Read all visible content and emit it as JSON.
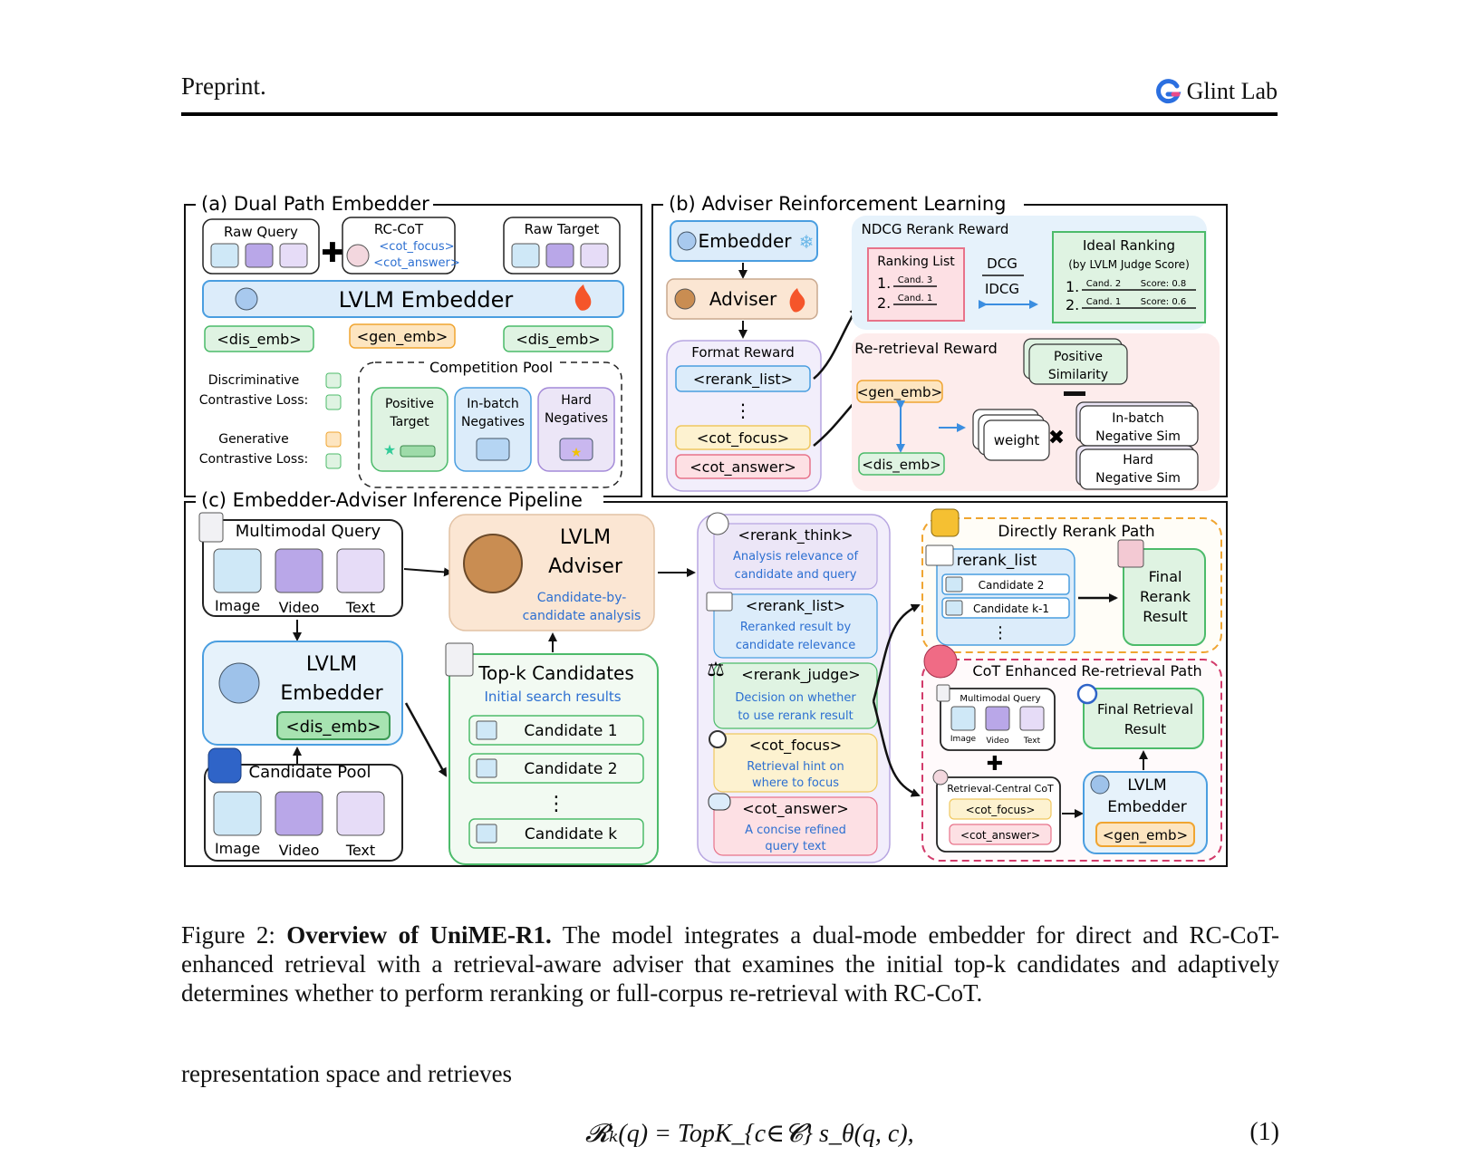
{
  "header": {
    "left": "Preprint.",
    "right": "Glint Lab",
    "logo_icon": "glint-logo-icon"
  },
  "figure": {
    "panel_a": {
      "title": "(a) Dual Path Embedder",
      "raw_query": "Raw Query",
      "rc_cot": "RC-CoT",
      "cot_focus": "<cot_focus>",
      "cot_answer": "<cot_answer>",
      "raw_target": "Raw Target",
      "lvlm_embedder": "LVLM Embedder",
      "dis_emb": "<dis_emb>",
      "gen_emb": "<gen_emb>",
      "disc_loss_1": "Discriminative",
      "disc_loss_2": "Contrastive Loss:",
      "gen_loss_1": "Generative",
      "gen_loss_2": "Contrastive Loss:",
      "competition_pool": "Competition Pool",
      "positive_1": "Positive",
      "positive_2": "Target",
      "inbatch_1": "In-batch",
      "inbatch_2": "Negatives",
      "hard_1": "Hard",
      "hard_2": "Negatives"
    },
    "panel_b": {
      "title": "(b) Adviser Reinforcement Learning",
      "embedder": "Embedder",
      "adviser": "Adviser",
      "format_reward": "Format Reward",
      "rerank_list": "<rerank_list>",
      "dots": "⋮",
      "cot_focus": "<cot_focus>",
      "cot_answer": "<cot_answer>",
      "ndcg_title": "NDCG Rerank Reward",
      "ranking_list": "Ranking List",
      "rank1_num": "1.",
      "rank1_cand": "Cand. 3",
      "rank2_num": "2.",
      "rank2_cand": "Cand. 1",
      "dcg": "DCG",
      "idcg": "IDCG",
      "ideal_ranking": "Ideal Ranking",
      "ideal_sub": "(by LVLM Judge Score)",
      "ideal1_num": "1.",
      "ideal1_cand": "Cand. 2",
      "ideal1_score": "Score: 0.8",
      "ideal2_num": "2.",
      "ideal2_cand": "Cand. 1",
      "ideal2_score": "Score: 0.6",
      "reretrieval_reward": "Re-retrieval Reward",
      "gen_emb": "<gen_emb>",
      "dis_emb": "<dis_emb>",
      "weight": "weight",
      "pos_sim_1": "Positive",
      "pos_sim_2": "Similarity",
      "inbatch_sim_1": "In-batch",
      "inbatch_sim_2": "Negative Sim",
      "hard_sim_1": "Hard",
      "hard_sim_2": "Negative Sim"
    },
    "panel_c": {
      "title": "(c) Embedder-Adviser Inference Pipeline",
      "multimodal_query": "Multimodal Query",
      "image": "Image",
      "video": "Video",
      "text": "Text",
      "lvlm": "LVLM",
      "embedder": "Embedder",
      "dis_emb": "<dis_emb>",
      "candidate_pool": "Candidate Pool",
      "adviser_1": "LVLM",
      "adviser_2": "Adviser",
      "adviser_sub_1": "Candidate-by-",
      "adviser_sub_2": "candidate analysis",
      "topk_title": "Top-k Candidates",
      "topk_sub": "Initial search results",
      "cand1": "Candidate 1",
      "cand2": "Candidate 2",
      "candk": "Candidate k",
      "dots": "⋮",
      "think_tag": "<rerank_think>",
      "think_1": "Analysis relevance of",
      "think_2": "candidate and query",
      "list_tag": "<rerank_list>",
      "list_1": "Reranked result by",
      "list_2": "candidate relevance",
      "judge_tag": "<rerank_judge>",
      "judge_1": "Decision on whether",
      "judge_2": "to use rerank result",
      "focus_tag": "<cot_focus>",
      "focus_1": "Retrieval hint on",
      "focus_2": "where to focus",
      "answer_tag": "<cot_answer>",
      "answer_1": "A concise refined",
      "answer_2": "query text",
      "direct_path": "Directly Rerank Path",
      "rerank_list": "rerank_list",
      "rl_cand2": "Candidate 2",
      "rl_candk1": "Candidate k-1",
      "final_rerank_1": "Final",
      "final_rerank_2": "Rerank",
      "final_rerank_3": "Result",
      "cot_path": "CoT Enhanced Re-retrieval Path",
      "mq_small": "Multimodal Query",
      "img_small": "Image",
      "vid_small": "Video",
      "txt_small": "Text",
      "rc_cot": "Retrieval-Central CoT",
      "cot_focus": "<cot_focus>",
      "cot_answer": "<cot_answer>",
      "final_ret_1": "Final Retrieval",
      "final_ret_2": "Result",
      "emb2_1": "LVLM",
      "emb2_2": "Embedder",
      "gen_emb": "<gen_emb>"
    }
  },
  "caption": {
    "label": "Figure 2:",
    "bold": "Overview of UniME-R1.",
    "text": "The model integrates a dual-mode embedder for direct and RC-CoT-enhanced retrieval with a retrieval-aware adviser that examines the initial top-k candidates and adaptively determines whether to perform reranking or full-corpus re-retrieval with RC-CoT."
  },
  "body_line": "representation space and retrieves",
  "equation": "𝓡ₖ(q) = TopK_{c∈𝓒} s_θ(q, c),",
  "equation_number": "(1)",
  "colors": {
    "blue_fill": "#dcecfa",
    "blue_stroke": "#4a9ee0",
    "green_fill": "#dff3e2",
    "green_stroke": "#4cbb6a",
    "orange_fill": "#fde5c0",
    "orange_stroke": "#f0a531",
    "pink_fill": "#fde0e4",
    "pink_stroke": "#e8738a",
    "purple_fill": "#ece6f7",
    "purple_stroke": "#a48ad8",
    "peach_fill": "#fbe6d3",
    "text_blue": "#2c6fd1"
  }
}
